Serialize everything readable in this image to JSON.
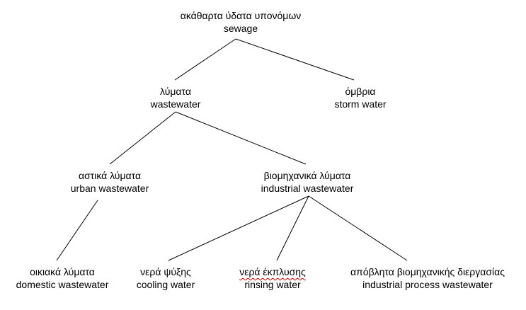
{
  "nodes": {
    "sewage": {
      "greek": "ακάθαρτα ύδατα υπονόμων",
      "english": "sewage"
    },
    "wastewater": {
      "greek": "λύματα",
      "english": "wastewater"
    },
    "storm": {
      "greek": "όμβρια",
      "english": "storm water"
    },
    "urban": {
      "greek": "αστικά λύματα",
      "english": "urban wastewater"
    },
    "industrial": {
      "greek": "βιομηχανικά λύματα",
      "english": "industrial wastewater"
    },
    "domestic": {
      "greek": "οικιακά λύματα",
      "english": "domestic wastewater"
    },
    "cooling": {
      "greek": "νερά ψύξης",
      "english": "cooling water"
    },
    "rinsing": {
      "greek": "νερά έκπλυσης",
      "english": "rinsing water"
    },
    "process": {
      "greek": "απόβλητα βιομηχανικής διεργασίας",
      "english": "industrial process wastewater"
    }
  },
  "edges": [
    [
      "sewage",
      "wastewater"
    ],
    [
      "sewage",
      "storm"
    ],
    [
      "wastewater",
      "urban"
    ],
    [
      "wastewater",
      "industrial"
    ],
    [
      "urban",
      "domestic"
    ],
    [
      "industrial",
      "cooling"
    ],
    [
      "industrial",
      "rinsing"
    ],
    [
      "industrial",
      "process"
    ]
  ]
}
